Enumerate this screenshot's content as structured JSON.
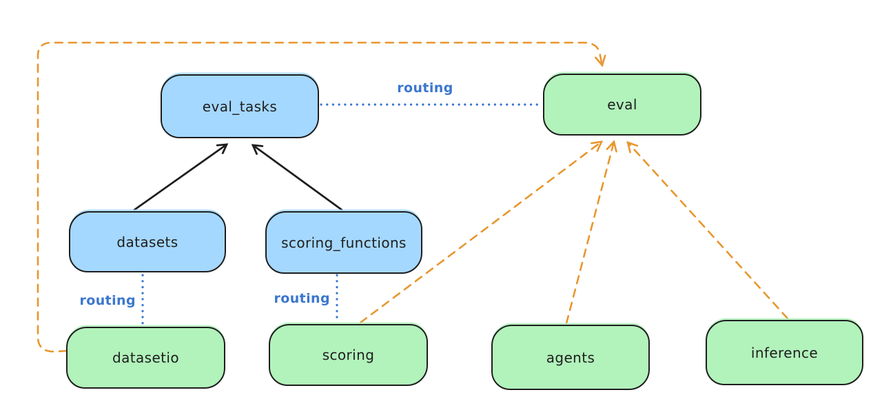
{
  "diagram": {
    "title_hint": "eval routing diagram",
    "background": "#ffffff",
    "colors": {
      "api_node_fill_blue": "#a5d8ff",
      "provider_node_fill_green": "#b2f2bb",
      "node_stroke": "#1e1e1e",
      "black_arrow": "#1e1e1e",
      "routing_blue": "#3b76cf",
      "provider_orange": "#e8962e"
    },
    "nodes": {
      "eval_tasks": {
        "label": "eval_tasks",
        "color": "blue"
      },
      "eval": {
        "label": "eval",
        "color": "green"
      },
      "datasets": {
        "label": "datasets",
        "color": "blue"
      },
      "scoring_functions": {
        "label": "scoring_functions",
        "color": "blue"
      },
      "datasetio": {
        "label": "datasetio",
        "color": "green"
      },
      "scoring": {
        "label": "scoring",
        "color": "green"
      },
      "agents": {
        "label": "agents",
        "color": "green"
      },
      "inference": {
        "label": "inference",
        "color": "green"
      }
    },
    "labels": {
      "routing_top": "routing",
      "routing_datasets": "routing",
      "routing_scoring": "routing"
    },
    "edges": [
      {
        "from": "datasets",
        "to": "eval_tasks",
        "style": "solid-black-arrow"
      },
      {
        "from": "scoring_functions",
        "to": "eval_tasks",
        "style": "solid-black-arrow"
      },
      {
        "from": "eval_tasks",
        "to": "eval",
        "style": "dotted-blue",
        "label": "routing"
      },
      {
        "from": "datasets",
        "to": "datasetio",
        "style": "dotted-blue",
        "label": "routing"
      },
      {
        "from": "scoring_functions",
        "to": "scoring",
        "style": "dotted-blue",
        "label": "routing"
      },
      {
        "from": "datasetio",
        "to": "eval",
        "style": "dashed-orange-arrow",
        "path": "left-top-loop"
      },
      {
        "from": "scoring",
        "to": "eval",
        "style": "dashed-orange-arrow"
      },
      {
        "from": "agents",
        "to": "eval",
        "style": "dashed-orange-arrow"
      },
      {
        "from": "inference",
        "to": "eval",
        "style": "dashed-orange-arrow"
      }
    ]
  }
}
